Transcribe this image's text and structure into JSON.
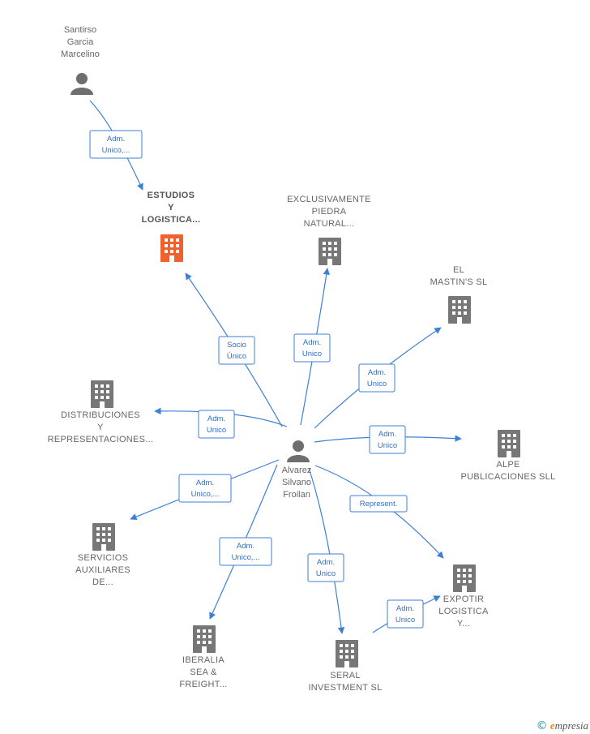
{
  "colors": {
    "edge": "#3d7fd6",
    "building": "#777777",
    "highlight": "#f0622d",
    "person": "#6e6e6e"
  },
  "nodes": [
    {
      "id": "santirso",
      "kind": "person",
      "label": [
        "Santirso",
        "Garcia",
        "Marcelino"
      ]
    },
    {
      "id": "estudios",
      "kind": "company-highlight",
      "label": [
        "ESTUDIOS",
        "Y",
        "LOGISTICA..."
      ]
    },
    {
      "id": "exclusivamente",
      "kind": "company",
      "label": [
        "EXCLUSIVAMENTE",
        "PIEDRA",
        "NATURAL..."
      ]
    },
    {
      "id": "elmastin",
      "kind": "company",
      "label": [
        "EL",
        "MASTIN'S SL"
      ]
    },
    {
      "id": "distribuciones",
      "kind": "company",
      "label": [
        "DISTRIBUCIONES",
        "Y",
        "REPRESENTACIONES..."
      ]
    },
    {
      "id": "alpe",
      "kind": "company",
      "label": [
        "ALPE",
        "PUBLICACIONES SLL"
      ]
    },
    {
      "id": "alvarez",
      "kind": "person",
      "label": [
        "Alvarez",
        "Silvano",
        "Froilan"
      ]
    },
    {
      "id": "servicios",
      "kind": "company",
      "label": [
        "SERVICIOS",
        "AUXILIARES",
        "DE..."
      ]
    },
    {
      "id": "expotir",
      "kind": "company",
      "label": [
        "EXPOTIR",
        "LOGISTICA",
        "Y..."
      ]
    },
    {
      "id": "iberalia",
      "kind": "company",
      "label": [
        "IBERALIA",
        "SEA &",
        "FREIGHT..."
      ]
    },
    {
      "id": "seral",
      "kind": "company",
      "label": [
        "SERAL",
        "INVESTMENT SL"
      ]
    }
  ],
  "edges": [
    {
      "from": "santirso",
      "to": "estudios",
      "label": [
        "Adm.",
        "Unico,..."
      ]
    },
    {
      "from": "alvarez",
      "to": "estudios",
      "label": [
        "Socio",
        "Único"
      ]
    },
    {
      "from": "alvarez",
      "to": "exclusivamente",
      "label": [
        "Adm.",
        "Unico"
      ]
    },
    {
      "from": "alvarez",
      "to": "elmastin",
      "label": [
        "Adm.",
        "Unico"
      ]
    },
    {
      "from": "alvarez",
      "to": "distribuciones",
      "label": [
        "Adm.",
        "Unico"
      ]
    },
    {
      "from": "alvarez",
      "to": "alpe",
      "label": [
        "Adm.",
        "Unico"
      ]
    },
    {
      "from": "alvarez",
      "to": "servicios",
      "label": [
        "Adm.",
        "Unico,..."
      ]
    },
    {
      "from": "alvarez",
      "to": "expotir",
      "label": [
        "Represent."
      ]
    },
    {
      "from": "alvarez",
      "to": "iberalia",
      "label": [
        "Adm.",
        "Unico,..."
      ]
    },
    {
      "from": "alvarez",
      "to": "seral",
      "label": [
        "Adm.",
        "Unico"
      ]
    },
    {
      "from": "seral",
      "to": "expotir",
      "label": [
        "Adm.",
        "Unico"
      ]
    }
  ],
  "footer": {
    "copyright": "©",
    "brand_initial": "e",
    "brand_rest": "mpresia"
  }
}
